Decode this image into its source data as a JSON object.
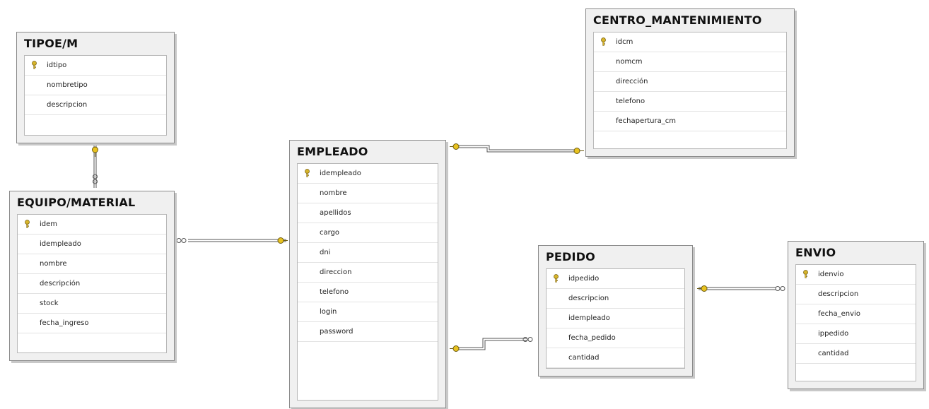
{
  "tables": [
    {
      "id": "tipoe",
      "name": "TIPOE/M",
      "fields": [
        {
          "name": "idtipo",
          "pk": true
        },
        {
          "name": "nombretipo",
          "pk": false
        },
        {
          "name": "descripcion",
          "pk": false
        }
      ]
    },
    {
      "id": "equipo",
      "name": "EQUIPO/MATERIAL",
      "fields": [
        {
          "name": "idem",
          "pk": true
        },
        {
          "name": "idempleado",
          "pk": false
        },
        {
          "name": "nombre",
          "pk": false
        },
        {
          "name": "descripción",
          "pk": false
        },
        {
          "name": "stock",
          "pk": false
        },
        {
          "name": "fecha_ingreso",
          "pk": false
        }
      ]
    },
    {
      "id": "empleado",
      "name": "EMPLEADO",
      "fields": [
        {
          "name": "idempleado",
          "pk": true
        },
        {
          "name": "nombre",
          "pk": false
        },
        {
          "name": "apellidos",
          "pk": false
        },
        {
          "name": "cargo",
          "pk": false
        },
        {
          "name": "dni",
          "pk": false
        },
        {
          "name": "direccion",
          "pk": false
        },
        {
          "name": "telefono",
          "pk": false
        },
        {
          "name": "login",
          "pk": false
        },
        {
          "name": "password",
          "pk": false
        }
      ]
    },
    {
      "id": "centro",
      "name": "CENTRO_MANTENIMIENTO",
      "fields": [
        {
          "name": "idcm",
          "pk": true
        },
        {
          "name": "nomcm",
          "pk": false
        },
        {
          "name": "dirección",
          "pk": false
        },
        {
          "name": "telefono",
          "pk": false
        },
        {
          "name": "fechapertura_cm",
          "pk": false
        }
      ]
    },
    {
      "id": "pedido",
      "name": "PEDIDO",
      "fields": [
        {
          "name": "idpedido",
          "pk": true
        },
        {
          "name": "descripcion",
          "pk": false
        },
        {
          "name": "idempleado",
          "pk": false
        },
        {
          "name": "fecha_pedido",
          "pk": false
        },
        {
          "name": "cantidad",
          "pk": false
        }
      ]
    },
    {
      "id": "envio",
      "name": "ENVIO",
      "fields": [
        {
          "name": "idenvio",
          "pk": true
        },
        {
          "name": "descripcion",
          "pk": false
        },
        {
          "name": "fecha_envio",
          "pk": false
        },
        {
          "name": "ippedido",
          "pk": false
        },
        {
          "name": "cantidad",
          "pk": false
        }
      ]
    }
  ],
  "relationships": [
    {
      "from": "tipoe",
      "from_end": "one",
      "to": "equipo",
      "to_end": "many"
    },
    {
      "from": "empleado",
      "from_end": "one",
      "to": "equipo",
      "to_end": "many"
    },
    {
      "from": "empleado",
      "from_end": "one",
      "to": "centro",
      "to_end": "one"
    },
    {
      "from": "empleado",
      "from_end": "one",
      "to": "pedido",
      "to_end": "many"
    },
    {
      "from": "pedido",
      "from_end": "one",
      "to": "envio",
      "to_end": "many"
    }
  ],
  "colors": {
    "key_icon": "#d7b52a",
    "line": "#555555",
    "header_bg": "#f0f0f0",
    "border": "#8a8a8a"
  }
}
